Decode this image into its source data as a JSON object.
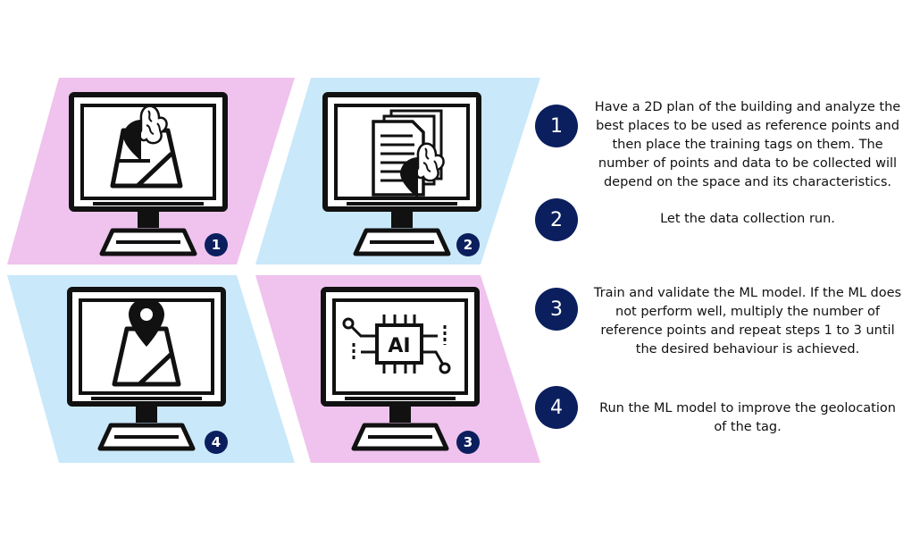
{
  "colors": {
    "pink": "#efc3ee",
    "blue": "#c9e8fa",
    "navy": "#0b1f5e",
    "ink": "#111111"
  },
  "tiles": [
    {
      "number": "1",
      "icon": "brain-map-icon",
      "color": "pink"
    },
    {
      "number": "2",
      "icon": "documents-brain-icon",
      "color": "blue"
    },
    {
      "number": "4",
      "icon": "map-pin-icon",
      "color": "blue"
    },
    {
      "number": "3",
      "icon": "ai-chip-icon",
      "color": "pink"
    }
  ],
  "steps": [
    {
      "number": "1",
      "text": "Have a 2D plan of the building and analyze the best places to be used as reference points and then place the training tags on them. The number of points and data to be collected will depend on the space and its characteristics."
    },
    {
      "number": "2",
      "text": "Let the data collection run."
    },
    {
      "number": "3",
      "text": "Train and validate the ML model. If the ML does not perform well, multiply the number of reference points and repeat steps 1 to 3 until the desired behaviour is achieved."
    },
    {
      "number": "4",
      "text": "Run the ML model to improve the geolocation of the tag."
    }
  ],
  "chip_label": "AI"
}
